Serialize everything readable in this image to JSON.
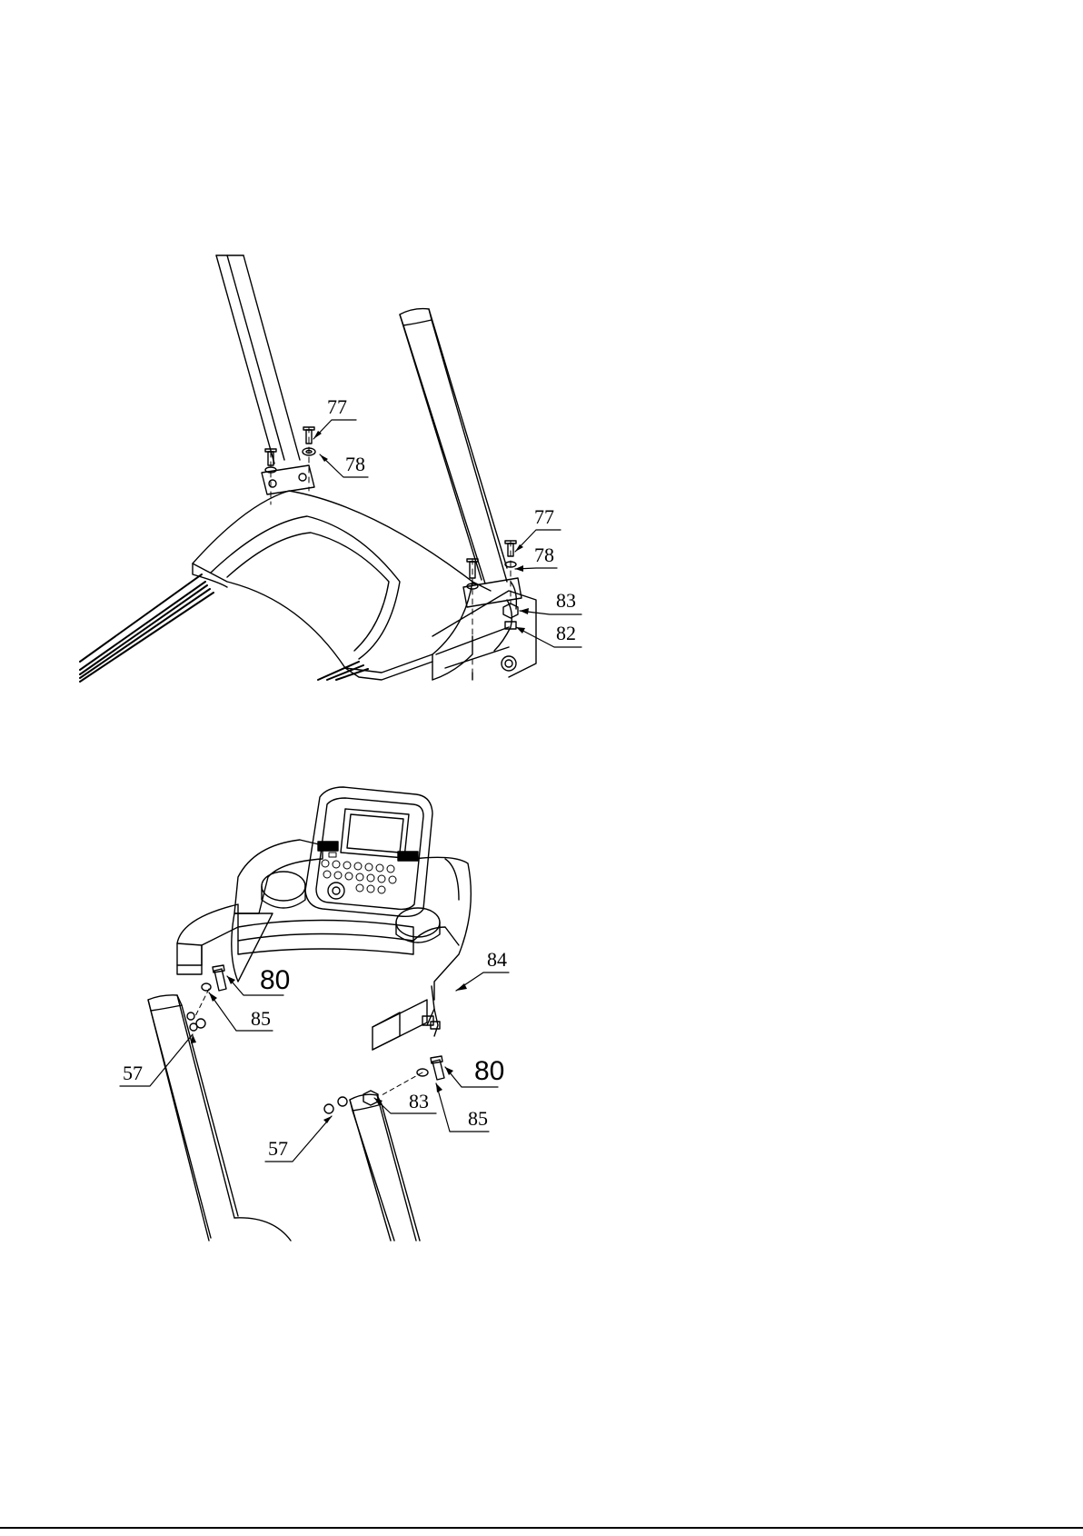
{
  "figures": [
    {
      "id": "upright-base-assembly",
      "callouts": {
        "c1": "77",
        "c2": "78",
        "c3": "77",
        "c4": "78",
        "c5": "83",
        "c6": "82"
      }
    },
    {
      "id": "console-handlebar-assembly",
      "callouts": {
        "c1": "80",
        "c2": "85",
        "c3": "84",
        "c4": "57",
        "c5": "80",
        "c6": "83",
        "c7": "85",
        "c8": "57"
      }
    }
  ]
}
